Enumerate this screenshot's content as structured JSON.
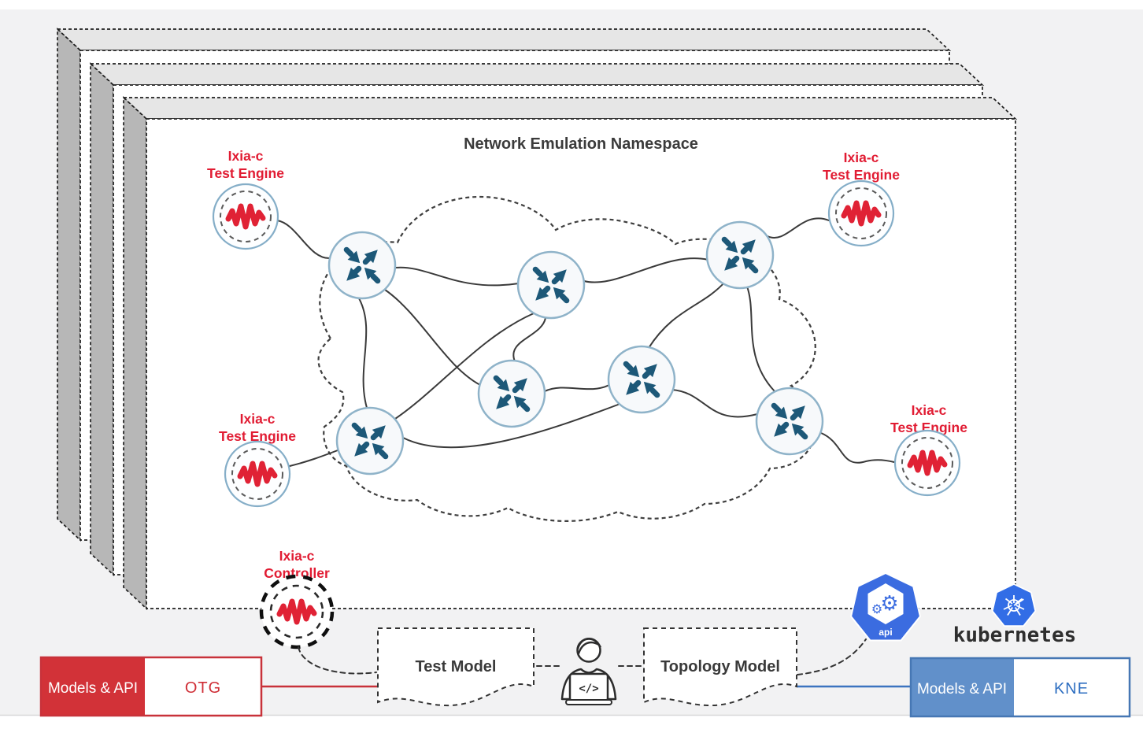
{
  "page": {
    "background_color": "#f2f2f3"
  },
  "namespace": {
    "title": "Network Emulation Namespace",
    "layer_count": 3,
    "router_count": 7
  },
  "test_engines": [
    {
      "position": "top-left",
      "line1": "Ixia-c",
      "line2": "Test Engine"
    },
    {
      "position": "top-right",
      "line1": "Ixia-c",
      "line2": "Test Engine"
    },
    {
      "position": "bottom-left",
      "line1": "Ixia-c",
      "line2": "Test Engine"
    },
    {
      "position": "bottom-right",
      "line1": "Ixia-c",
      "line2": "Test Engine"
    }
  ],
  "controller": {
    "line1": "Ixia-c",
    "line2": "Controller"
  },
  "artifacts": {
    "test_model": "Test Model",
    "topology_model": "Topology Model",
    "person_laptop_glyph": "</>"
  },
  "api_badge": {
    "label": "api"
  },
  "kubernetes": {
    "wordmark": "kubernetes"
  },
  "otg": {
    "left_label": "Models & API",
    "right_label": "OTG"
  },
  "kne": {
    "left_label": "Models & API",
    "right_label": "KNE"
  },
  "colors": {
    "label_red": "#e11c33",
    "box_red": "#d23238",
    "waveform_red": "#e02235",
    "kne_fill": "#6190ca",
    "kne_border": "#4677b4",
    "kne_text": "#2f6fc1",
    "api_blue": "#3b6ce0",
    "k8s_blue": "#326de6",
    "router_arrow": "#1d5878",
    "router_border": "#8fb3c9",
    "line_dark": "#3a3a3a"
  }
}
